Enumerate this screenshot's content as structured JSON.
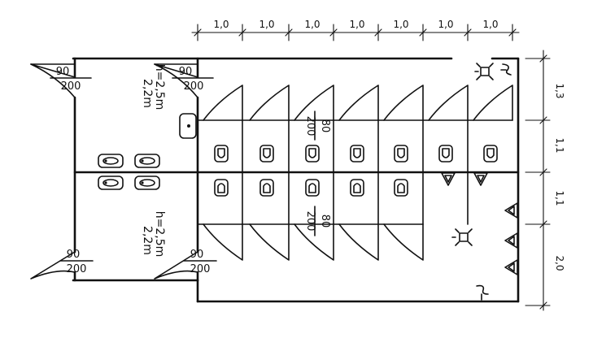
{
  "top_dimensions": [
    "1,0",
    "1,0",
    "1,0",
    "1,0",
    "1,0",
    "1,0",
    "1,0"
  ],
  "right_dimensions": [
    "1,3",
    "1,1",
    "1,1",
    "2,0"
  ],
  "door_labels": {
    "top_left": {
      "num": "90",
      "den": "200"
    },
    "top_inner": {
      "num": "90",
      "den": "200"
    },
    "bottom_left": {
      "num": "90",
      "den": "200"
    },
    "bottom_inner": {
      "num": "90",
      "den": "200"
    },
    "stall_top": {
      "num": "80",
      "den": "200"
    },
    "stall_bottom": {
      "num": "80",
      "den": "200"
    }
  },
  "heights": {
    "top": {
      "h": "h=2,5m",
      "h2": "2,2m"
    },
    "bottom": {
      "h": "h=2,5m",
      "h2": "2,2m"
    }
  },
  "icons": {
    "light": "ceiling-light-icon",
    "toilet": "toilet-icon",
    "sink": "sink-icon",
    "urinal": "urinal-icon",
    "drain": "floor-drain-icon"
  }
}
